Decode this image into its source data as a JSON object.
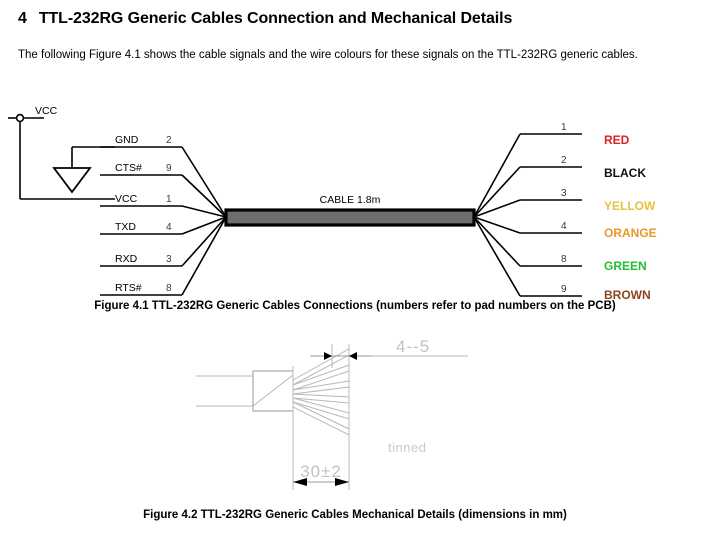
{
  "heading": {
    "number": "4",
    "title": "TTL-232RG Generic Cables Connection and Mechanical Details"
  },
  "intro": {
    "text": "The following Figure 4.1 shows the cable signals and the wire colours for these signals on the TTL-232RG generic cables."
  },
  "figure1": {
    "caption": "Figure 4.1 TTL-232RG Generic Cables Connections (numbers refer to pad numbers on the PCB)",
    "cable_label": "CABLE 1.8m",
    "vcc_node_label": "VCC",
    "left_signals": [
      {
        "name": "GND",
        "pin": "2"
      },
      {
        "name": "CTS#",
        "pin": "9"
      },
      {
        "name": "VCC",
        "pin": "1"
      },
      {
        "name": "TXD",
        "pin": "4"
      },
      {
        "name": "RXD",
        "pin": "3"
      },
      {
        "name": "RTS#",
        "pin": "8"
      }
    ],
    "right_wires": [
      {
        "pin": "1",
        "colour": "RED",
        "hex": "#dd2222"
      },
      {
        "pin": "2",
        "colour": "BLACK",
        "hex": "#111111"
      },
      {
        "pin": "3",
        "colour": "YELLOW",
        "hex": "#e8c13c"
      },
      {
        "pin": "4",
        "colour": "ORANGE",
        "hex": "#e89a28"
      },
      {
        "pin": "8",
        "colour": "GREEN",
        "hex": "#22c032"
      },
      {
        "pin": "9",
        "colour": "BROWN",
        "hex": "#8a4420"
      }
    ],
    "cable_fill": "#6e6e6e"
  },
  "figure2": {
    "caption": "Figure 4.2 TTL-232RG Generic Cables Mechanical Details (dimensions in mm)",
    "dimension_top": "4--5",
    "dimension_bottom": "30±2",
    "annotation": "tinned"
  }
}
